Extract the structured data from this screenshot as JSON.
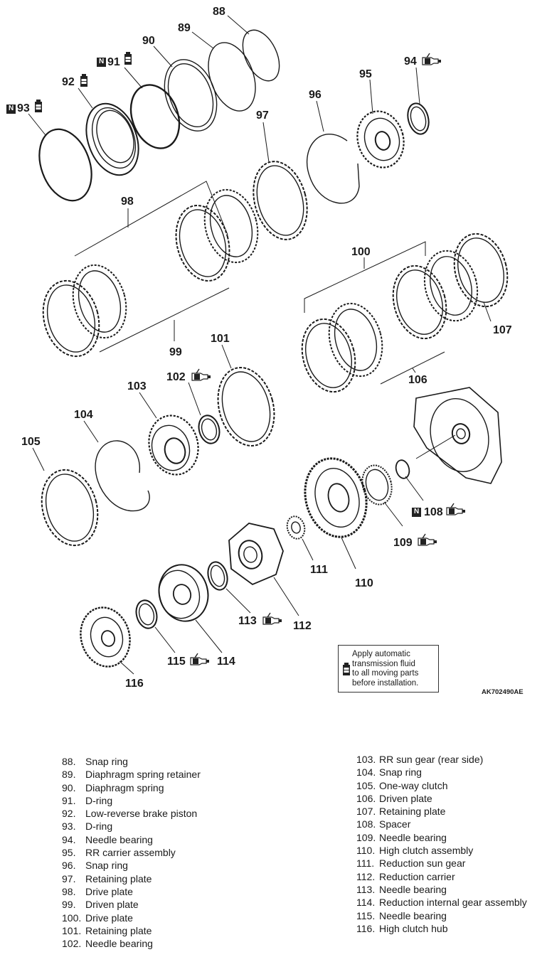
{
  "callouts": {
    "c88": "88",
    "c89": "89",
    "c90": "90",
    "c91": "91",
    "c92": "92",
    "c93": "93",
    "c94": "94",
    "c95": "95",
    "c96": "96",
    "c97": "97",
    "c98": "98",
    "c99": "99",
    "c100": "100",
    "c101": "101",
    "c102": "102",
    "c103": "103",
    "c104": "104",
    "c105": "105",
    "c106": "106",
    "c107": "107",
    "c108": "108",
    "c109": "109",
    "c110": "110",
    "c111": "111",
    "c112": "112",
    "c113": "113",
    "c114": "114",
    "c115": "115",
    "c116": "116"
  },
  "n_mark": "N",
  "note": {
    "line1": "Apply automatic",
    "line2": "transmission fluid",
    "line3": "to all moving parts",
    "line4": "before installation."
  },
  "figure_code": "AK702490AE",
  "legend_left": [
    {
      "num": "88.",
      "label": "Snap ring"
    },
    {
      "num": "89.",
      "label": "Diaphragm spring retainer"
    },
    {
      "num": "90.",
      "label": "Diaphragm spring"
    },
    {
      "num": "91.",
      "label": "D-ring"
    },
    {
      "num": "92.",
      "label": "Low-reverse brake piston"
    },
    {
      "num": "93.",
      "label": "D-ring"
    },
    {
      "num": "94.",
      "label": "Needle bearing"
    },
    {
      "num": "95.",
      "label": "RR carrier assembly"
    },
    {
      "num": "96.",
      "label": "Snap ring"
    },
    {
      "num": "97.",
      "label": "Retaining plate"
    },
    {
      "num": "98.",
      "label": "Drive plate"
    },
    {
      "num": "99.",
      "label": "Driven plate"
    },
    {
      "num": "100.",
      "label": "Drive plate"
    },
    {
      "num": "101.",
      "label": "Retaining plate"
    },
    {
      "num": "102.",
      "label": "Needle bearing"
    }
  ],
  "legend_right": [
    {
      "num": "103.",
      "label": "RR sun gear (rear side)"
    },
    {
      "num": "104.",
      "label": "Snap ring"
    },
    {
      "num": "105.",
      "label": "One-way clutch"
    },
    {
      "num": "106.",
      "label": "Driven plate"
    },
    {
      "num": "107.",
      "label": "Retaining plate"
    },
    {
      "num": "108.",
      "label": "Spacer"
    },
    {
      "num": "109.",
      "label": "Needle bearing"
    },
    {
      "num": "110.",
      "label": "High clutch assembly"
    },
    {
      "num": "111.",
      "label": "Reduction sun gear"
    },
    {
      "num": "112.",
      "label": "Reduction carrier"
    },
    {
      "num": "113.",
      "label": "Needle bearing"
    },
    {
      "num": "114.",
      "label": "Reduction internal gear assembly"
    },
    {
      "num": "115.",
      "label": "Needle bearing"
    },
    {
      "num": "116.",
      "label": "High clutch hub"
    }
  ]
}
